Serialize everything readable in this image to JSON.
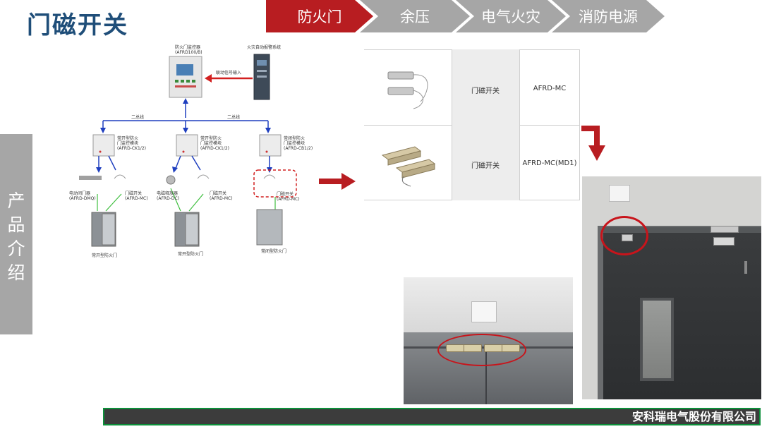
{
  "header": {
    "title": "门磁开关",
    "tabs": [
      {
        "label": "防火门",
        "color": "#b81d21"
      },
      {
        "label": "余压",
        "color": "#a6a6a6"
      },
      {
        "label": "电气火灾",
        "color": "#a6a6a6"
      },
      {
        "label": "消防电源",
        "color": "#a6a6a6"
      }
    ]
  },
  "sidebar": {
    "label": "产品介绍"
  },
  "diagram": {
    "monitor_name": "防火门监控器",
    "monitor_model": "(AFRD100/B)",
    "fire_system": "火灾自动报警系统",
    "linkage_signal": "联动信号输入",
    "bus_label_left": "二总线",
    "bus_label_right": "二总线",
    "modules": [
      {
        "name": "常开型防火",
        "name2": "门监控模块",
        "model": "(AFRD-CK1/2)"
      },
      {
        "name": "常开型防火",
        "name2": "门监控模块",
        "model": "(AFRD-CK1/2)"
      },
      {
        "name": "常闭型防火",
        "name2": "门监控模块",
        "model": "(AFRD-CB1/2)"
      }
    ],
    "devices": [
      {
        "name": "电动闭门器",
        "model": "(AFRD-DMQ)"
      },
      {
        "name": "门磁开关",
        "model": "(AFRD-MC)"
      },
      {
        "name": "电磁释放器",
        "model": "(AFRD-DC)"
      },
      {
        "name": "门磁开关",
        "model": "(AFRD-MC)"
      },
      {
        "name": "门磁开关",
        "model": "(AFRD-MC)"
      }
    ],
    "doors": [
      {
        "label": "常开型防火门"
      },
      {
        "label": "常开型防火门"
      },
      {
        "label": "常闭型防火门"
      }
    ]
  },
  "product_table": {
    "rows": [
      {
        "name": "门磁开关",
        "model": "AFRD-MC"
      },
      {
        "name": "门磁开关",
        "model": "AFRD-MC(MD1)"
      }
    ]
  },
  "footer": {
    "company": "安科瑞电气股份有限公司"
  },
  "colors": {
    "accent_red": "#b81d21",
    "title_blue": "#1f4e79",
    "grey": "#a6a6a6",
    "footer_green": "#0c8f3a"
  }
}
